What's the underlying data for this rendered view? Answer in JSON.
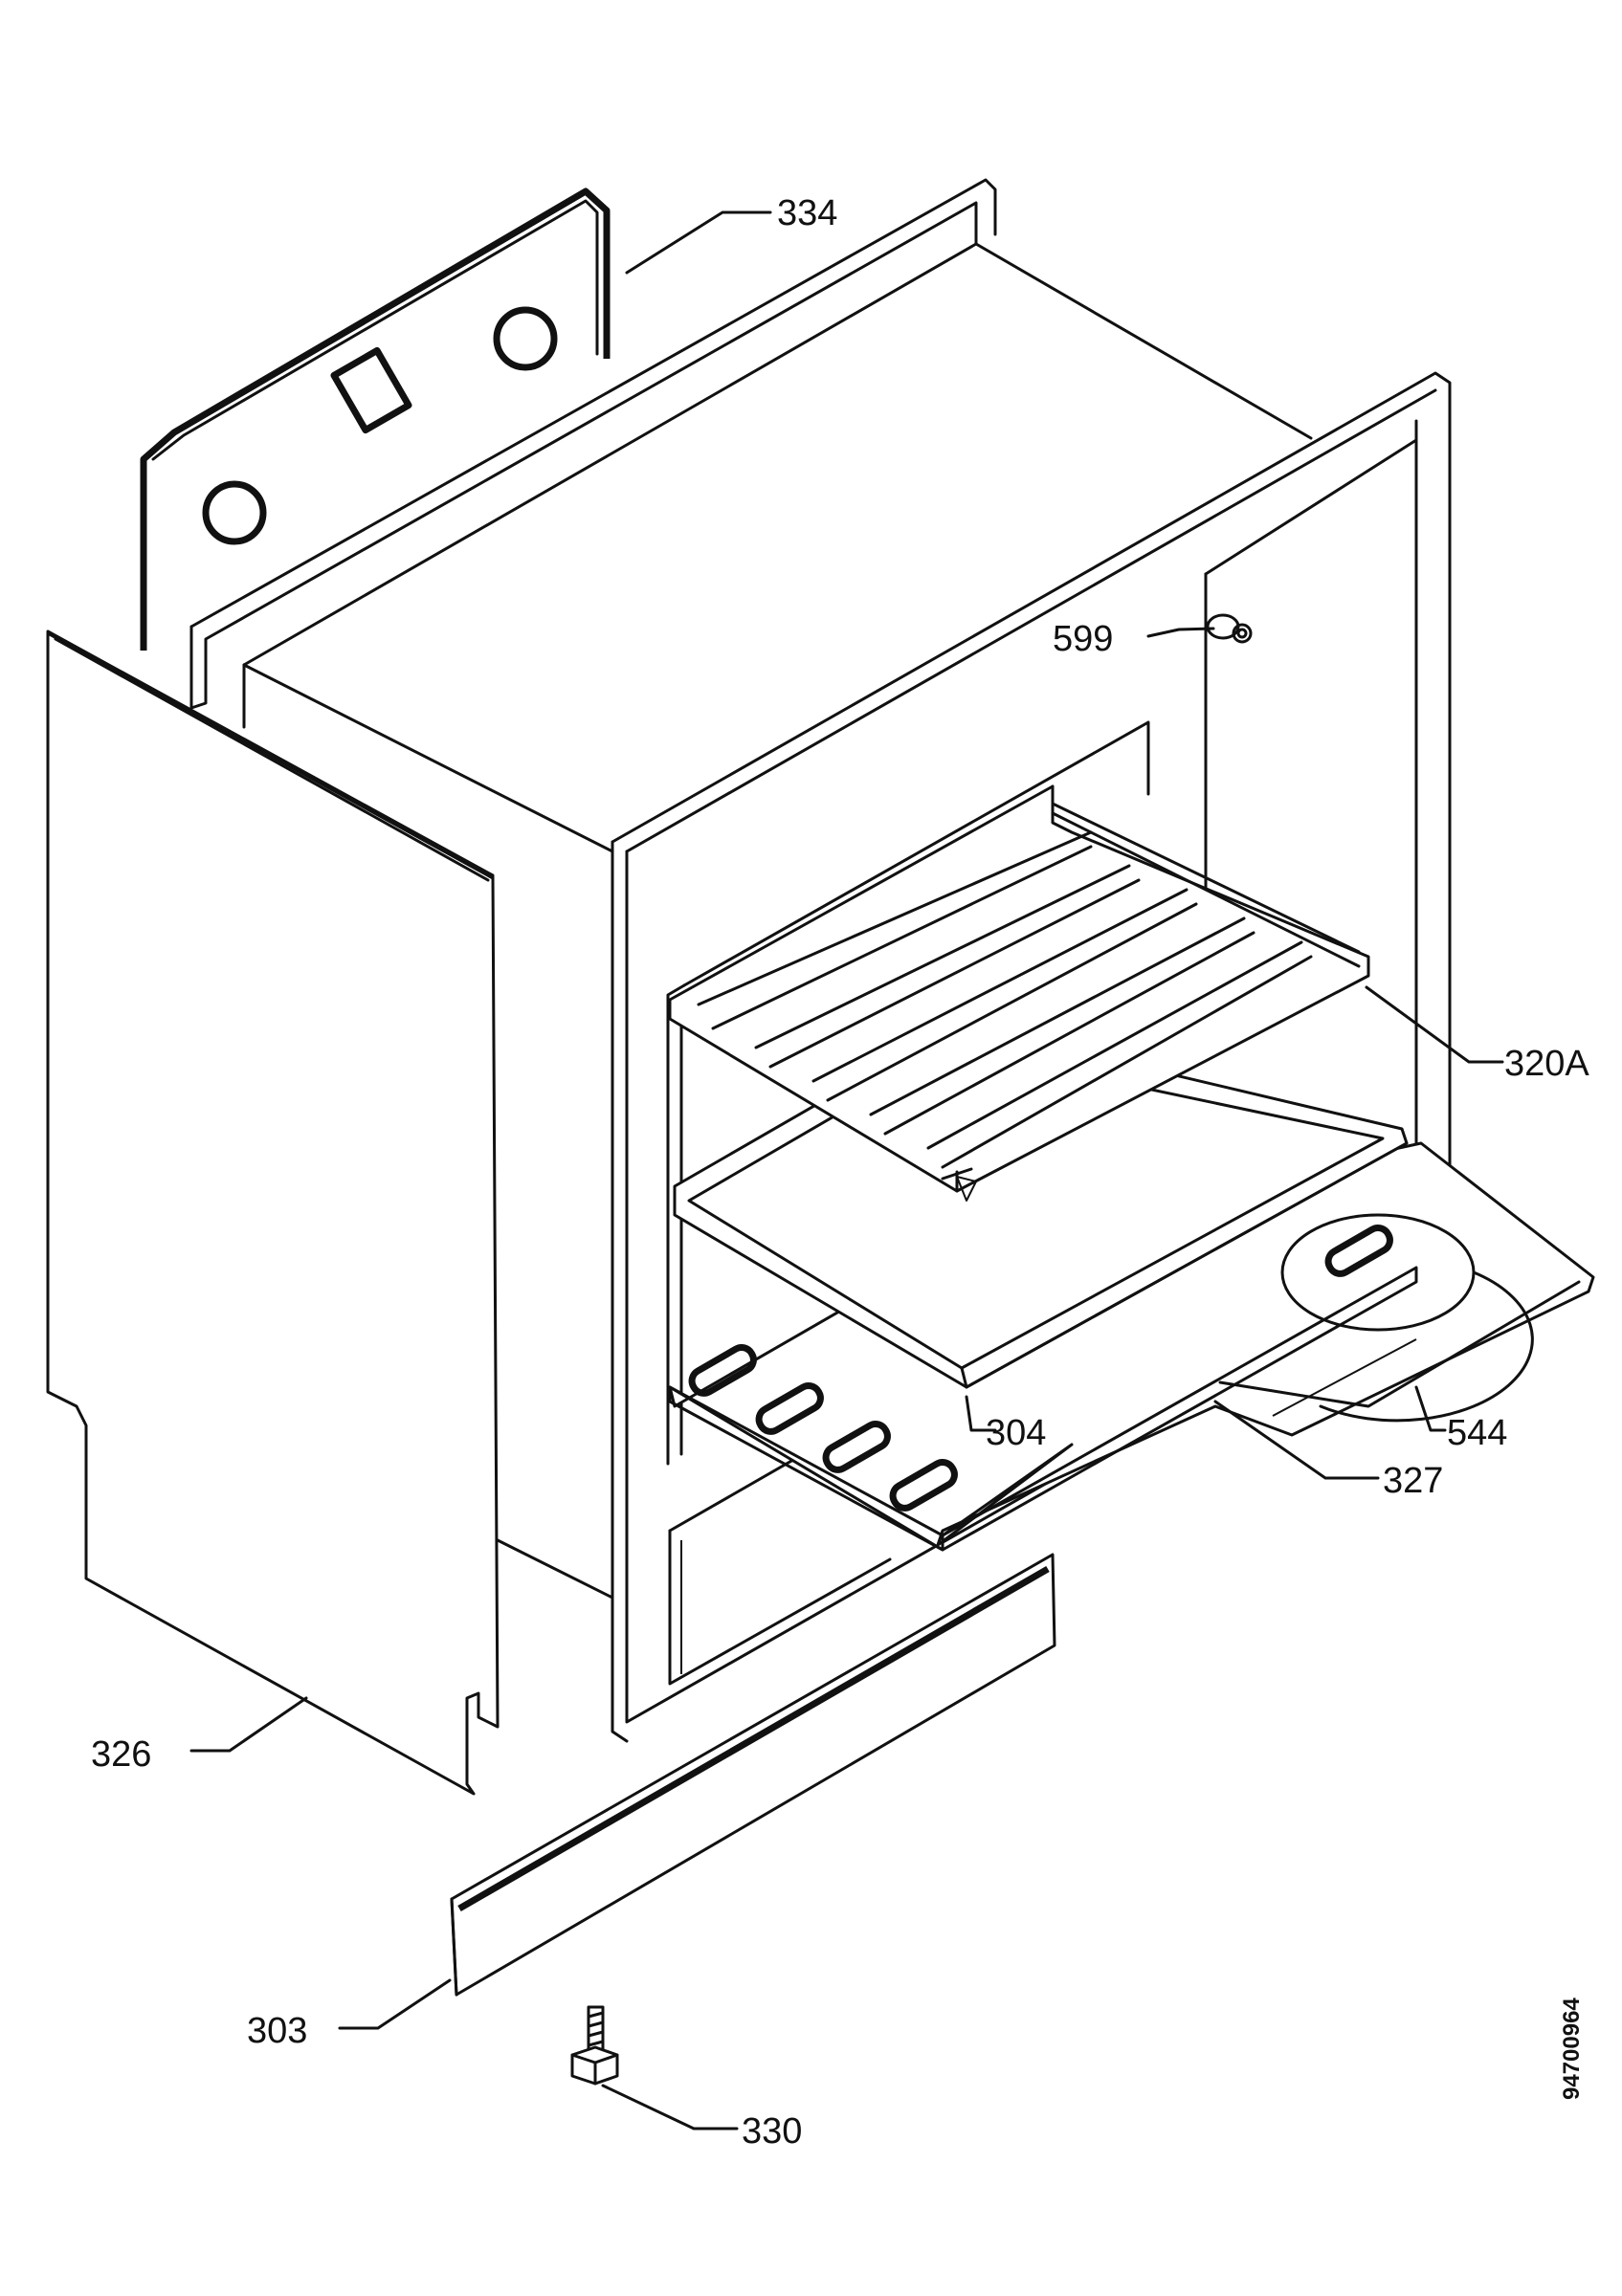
{
  "parts": {
    "p334": "334",
    "p599": "599",
    "p320a": "320A",
    "p304": "304",
    "p544": "544",
    "p327": "327",
    "p326": "326",
    "p303": "303",
    "p330": "330"
  },
  "drawing_code": "94700964"
}
